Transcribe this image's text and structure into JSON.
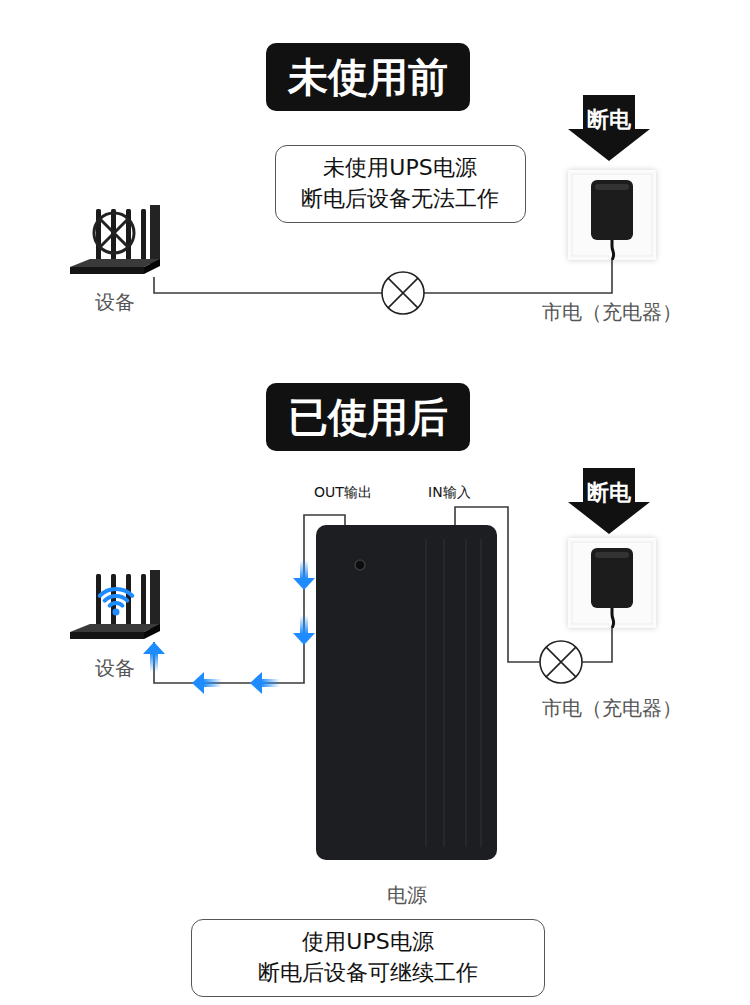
{
  "diagram": {
    "nodes": [
      {
        "text": [
          "未使用前"
        ]
      },
      {
        "text": [
          "断电"
        ]
      },
      {
        "text": [
          "未使用UPS电源 断电后设备无法工作"
        ]
      },
      {
        "text": [
          "设备"
        ]
      },
      {
        "text": [
          "市电（充电器）"
        ]
      },
      {
        "text": [
          "已使用后"
        ]
      },
      {
        "text": [
          "断电"
        ]
      },
      {
        "text": [
          "电源"
        ]
      },
      {
        "text": [
          "设备"
        ]
      },
      {
        "text": [
          "市电（充电器）"
        ]
      },
      {
        "text": [
          "使用UPS电源 断电后设备可继续工作"
        ]
      }
    ],
    "edges": [
      {
        "from": 4,
        "to": 3,
        "arrow": "none"
      },
      {
        "from": 9,
        "to": 7,
        "arrow": "none"
      },
      {
        "from": 7,
        "to": 8,
        "arrow": "to"
      }
    ],
    "labels": [
      "OUT输出",
      "IN输入"
    ]
  }
}
